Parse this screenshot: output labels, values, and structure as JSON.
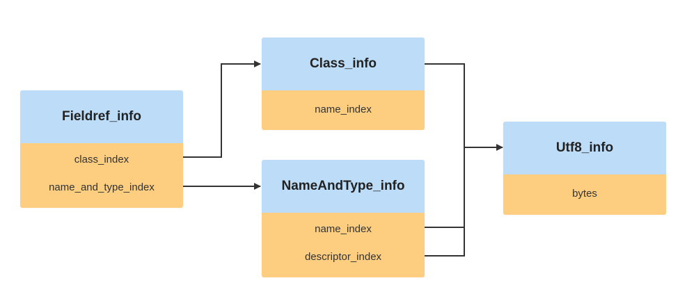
{
  "diagram": {
    "fieldref": {
      "title": "Fieldref_info",
      "fields": [
        "class_index",
        "name_and_type_index"
      ]
    },
    "class_info": {
      "title": "Class_info",
      "fields": [
        "name_index"
      ]
    },
    "name_and_type": {
      "title": "NameAndType_info",
      "fields": [
        "name_index",
        "descriptor_index"
      ]
    },
    "utf8": {
      "title": "Utf8_info",
      "fields": [
        "bytes"
      ]
    },
    "colors": {
      "header": "#bcdcf7",
      "body": "#fdcd80",
      "line": "#333333"
    }
  }
}
